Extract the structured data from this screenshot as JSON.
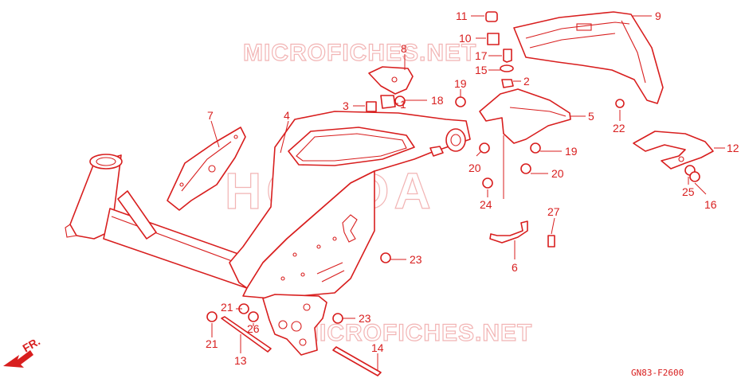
{
  "watermarks": {
    "top": "MICROFICHES.NET",
    "middle": "HONDA",
    "bottom": "MICROFICHES.NET"
  },
  "diagram_code": "GN83-F2600",
  "direction_label": "FR.",
  "callouts": [
    {
      "id": "c1",
      "text": "1"
    },
    {
      "id": "c2",
      "text": "2"
    },
    {
      "id": "c3",
      "text": "3"
    },
    {
      "id": "c4",
      "text": "4"
    },
    {
      "id": "c5",
      "text": "5"
    },
    {
      "id": "c6",
      "text": "6"
    },
    {
      "id": "c7",
      "text": "7"
    },
    {
      "id": "c8",
      "text": "8"
    },
    {
      "id": "c9",
      "text": "9"
    },
    {
      "id": "c10",
      "text": "10"
    },
    {
      "id": "c11",
      "text": "11"
    },
    {
      "id": "c12",
      "text": "12"
    },
    {
      "id": "c13",
      "text": "13"
    },
    {
      "id": "c14",
      "text": "14"
    },
    {
      "id": "c15",
      "text": "15"
    },
    {
      "id": "c16",
      "text": "16"
    },
    {
      "id": "c17",
      "text": "17"
    },
    {
      "id": "c18",
      "text": "18"
    },
    {
      "id": "c19a",
      "text": "19"
    },
    {
      "id": "c19b",
      "text": "19"
    },
    {
      "id": "c20a",
      "text": "20"
    },
    {
      "id": "c20b",
      "text": "20"
    },
    {
      "id": "c21a",
      "text": "21"
    },
    {
      "id": "c21b",
      "text": "21"
    },
    {
      "id": "c22",
      "text": "22"
    },
    {
      "id": "c23a",
      "text": "23"
    },
    {
      "id": "c23b",
      "text": "23"
    },
    {
      "id": "c24",
      "text": "24"
    },
    {
      "id": "c25",
      "text": "25"
    },
    {
      "id": "c26",
      "text": "26"
    },
    {
      "id": "c27",
      "text": "27"
    }
  ],
  "colors": {
    "line": "#d81e1e",
    "watermark": "#f2b4b4",
    "background": "#ffffff"
  }
}
